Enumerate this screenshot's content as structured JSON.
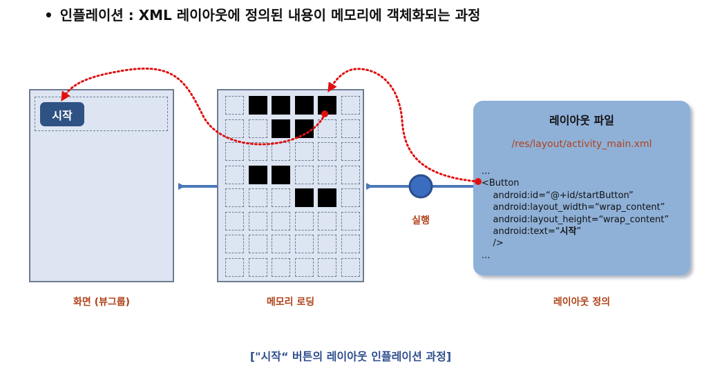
{
  "title": {
    "bullet": "•",
    "text": "인플레이션 : XML 레이아웃에 정의된 내용이 메모리에 객체화되는 과정"
  },
  "screen": {
    "button_label": "시작",
    "caption": "화면 (뷰그룹)"
  },
  "memory": {
    "caption": "메모리 로딩",
    "grid": [
      [
        0,
        1,
        1,
        1,
        1,
        0
      ],
      [
        0,
        0,
        1,
        1,
        0,
        0
      ],
      [
        0,
        0,
        0,
        0,
        0,
        0
      ],
      [
        0,
        1,
        1,
        0,
        0,
        0
      ],
      [
        0,
        0,
        0,
        1,
        1,
        0
      ],
      [
        0,
        0,
        0,
        0,
        0,
        0
      ],
      [
        0,
        0,
        0,
        0,
        0,
        0
      ],
      [
        0,
        0,
        0,
        0,
        0,
        0
      ]
    ]
  },
  "execute_label": "실행",
  "layout": {
    "file_title": "레이아웃 파일",
    "path": "/res/layout/activity_main.xml",
    "code": {
      "l0": "...",
      "l1": "<Button",
      "l2": "    android:id=“@+id/startButton”",
      "l3": "    android:layout_width=“wrap_content”",
      "l4": "    android:layout_height=“wrap_content”",
      "l5a": "    android:text=“",
      "l5b": "시작",
      "l5c": "”",
      "l6": "    />",
      "l7": "..."
    },
    "caption": "레이아웃 정의"
  },
  "footer_caption": "[\"시작“ 버튼의 레이아웃 인플레이션 과정]",
  "colors": {
    "panel_fill": "#dde5f2",
    "panel_border": "#6d7a8f",
    "button": "#2e5283",
    "arrow": "#4a78b8",
    "dotted": "#e01010",
    "layout_fill": "#8fb1d8",
    "label": "#b0421a",
    "caption": "#2f4f8f"
  }
}
